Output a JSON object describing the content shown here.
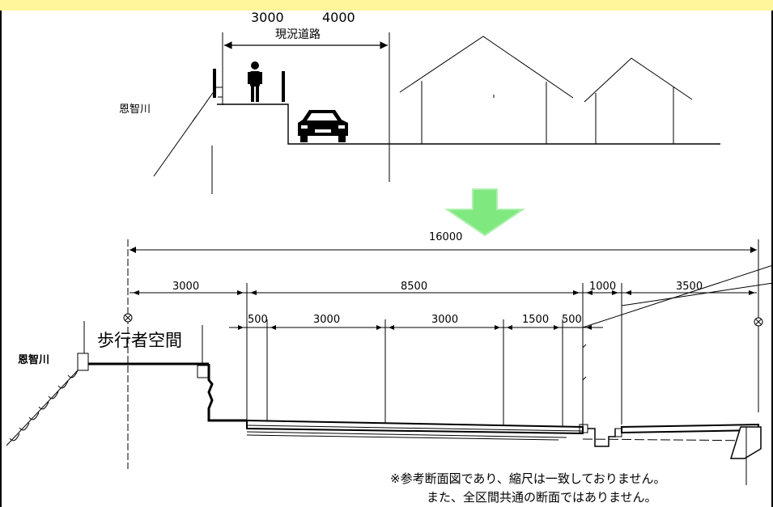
{
  "colors": {
    "banner": "#fff59a",
    "arrow": "#7fe87f"
  },
  "current": {
    "dim_sidewalk": "3000",
    "dim_road": "4000",
    "title": "現況道路",
    "river": "恩智川"
  },
  "proposed": {
    "river": "恩智川",
    "pedestrian_space": "歩行者空間",
    "total": "16000",
    "row1": [
      "3000",
      "8500",
      "1000",
      "3500"
    ],
    "row2": [
      "500",
      "3000",
      "3000",
      "1500",
      "500"
    ]
  },
  "notes": {
    "line1": "※参考断面図であり、縮尺は一致しておりません。",
    "line2": "また、全区間共通の断面ではありません。"
  }
}
